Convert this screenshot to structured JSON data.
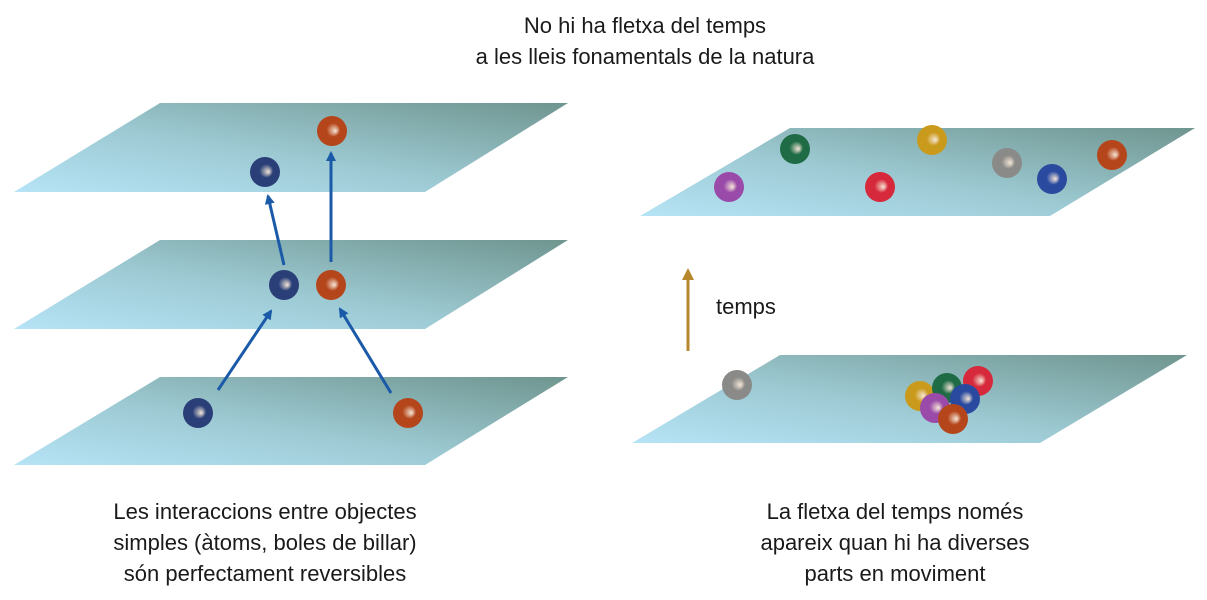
{
  "title": {
    "line1": "No hi ha fletxa del temps",
    "line2": "a les lleis fonamentals de la natura"
  },
  "left_caption": {
    "line1": "Les interaccions entre objectes",
    "line2": "simples (àtoms, boles de billar)",
    "line3": "són perfectament reversibles"
  },
  "right_caption": {
    "line1": "La fletxa del temps només",
    "line2": "apareix quan hi ha diverses",
    "line3": "parts en moviment"
  },
  "time_arrow_label": "temps",
  "colors": {
    "navy": "#2a3f78",
    "orange": "#b5461c",
    "purple": "#9a4aa8",
    "green": "#1f6b45",
    "yellow": "#c99a1c",
    "red": "#d62a3c",
    "gray": "#8a8a88",
    "blue": "#2a4aa0",
    "arrow_blue": "#1a5aa8",
    "arrow_gold": "#b8862c"
  }
}
